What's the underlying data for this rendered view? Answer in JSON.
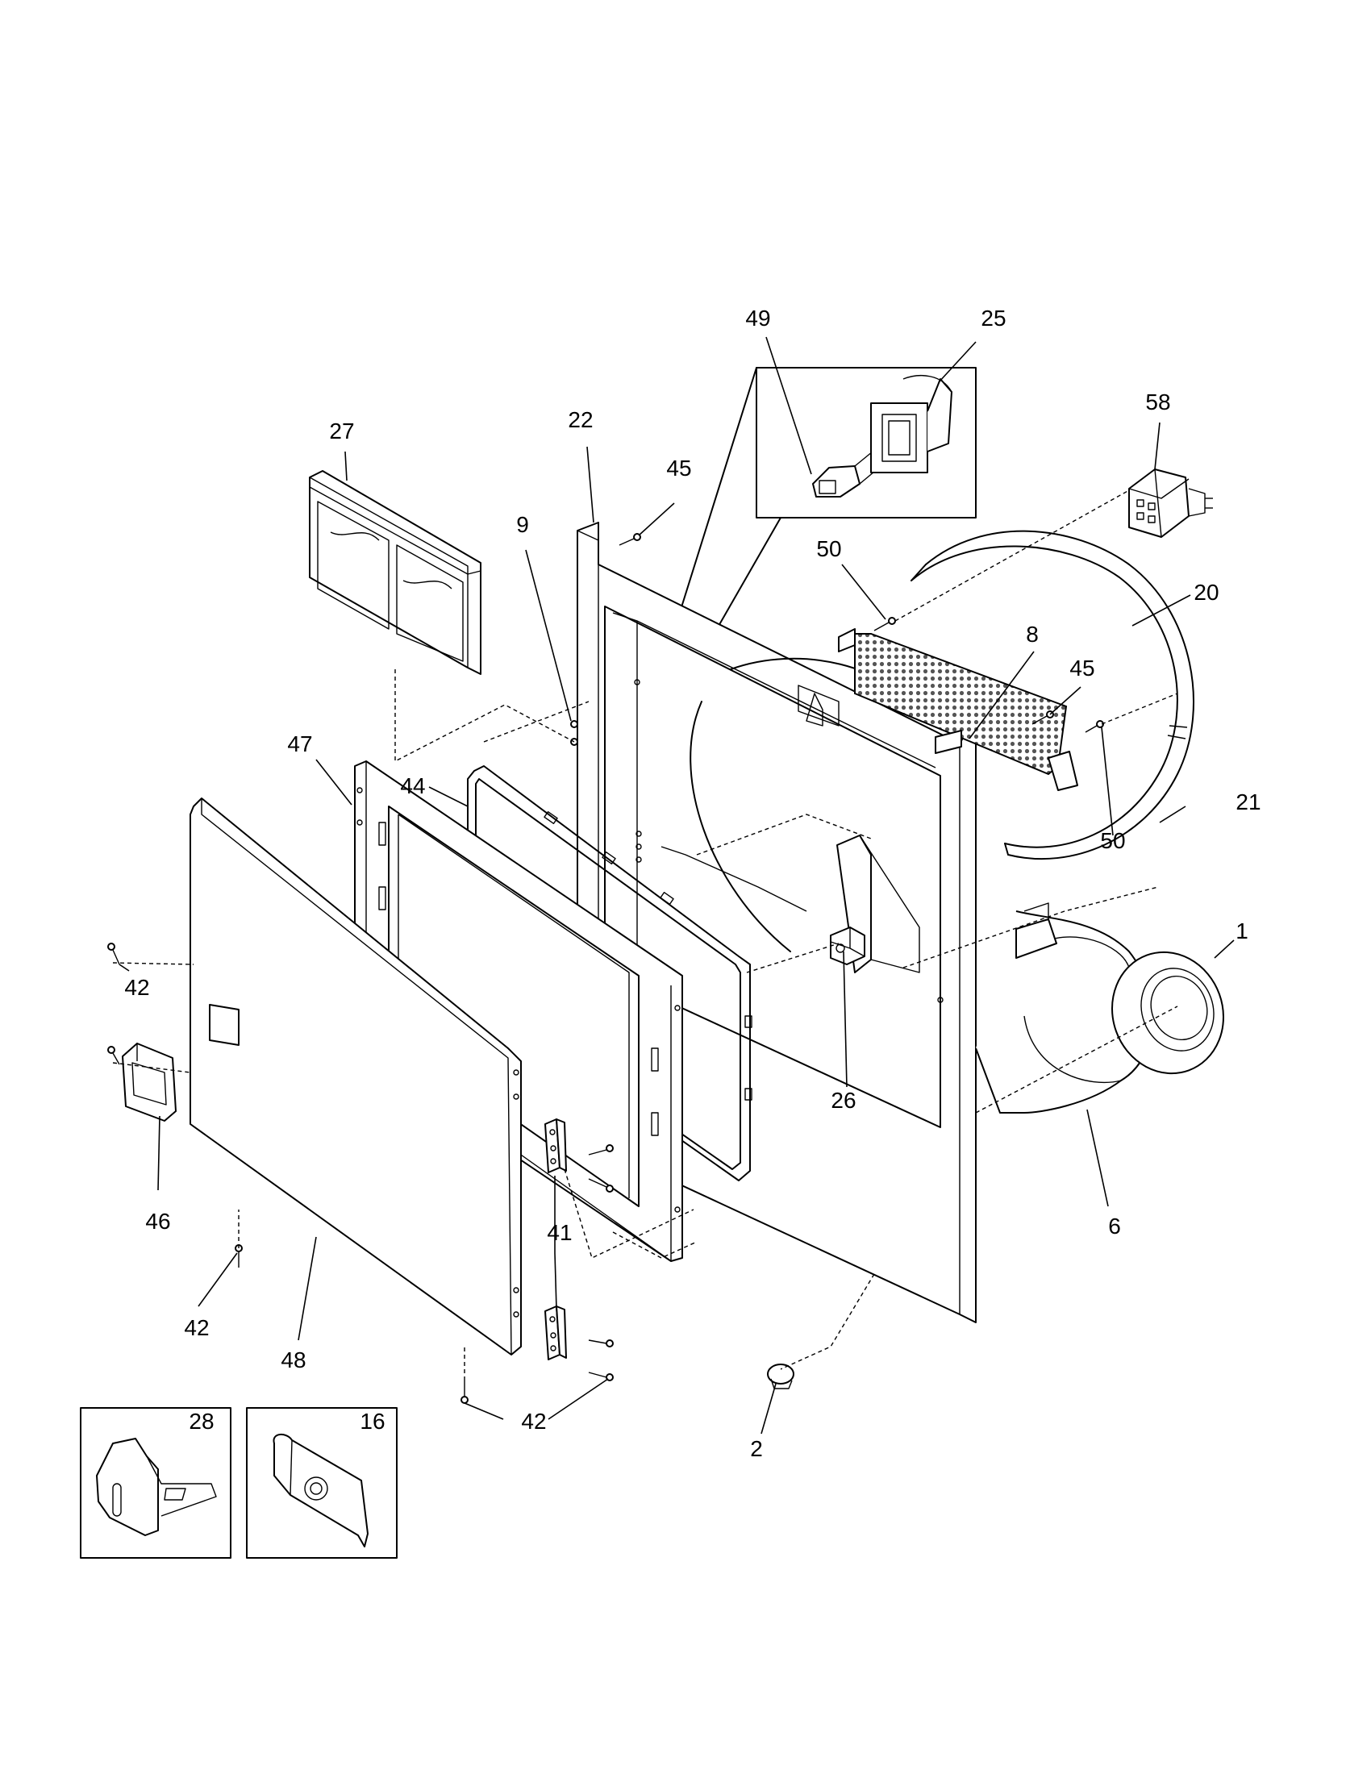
{
  "labels": {
    "p1": "1",
    "p2": "2",
    "p6": "6",
    "p8": "8",
    "p9": "9",
    "p16": "16",
    "p20": "20",
    "p21": "21",
    "p22": "22",
    "p25": "25",
    "p26": "26",
    "p27": "27",
    "p28": "28",
    "p41": "41",
    "p42a": "42",
    "p42b": "42",
    "p42c": "42",
    "p44": "44",
    "p45a": "45",
    "p45b": "45",
    "p46": "46",
    "p47": "47",
    "p48": "48",
    "p49": "49",
    "p50a": "50",
    "p50b": "50",
    "p58": "58"
  },
  "colors": {
    "line": "#000000",
    "background": "#ffffff"
  }
}
